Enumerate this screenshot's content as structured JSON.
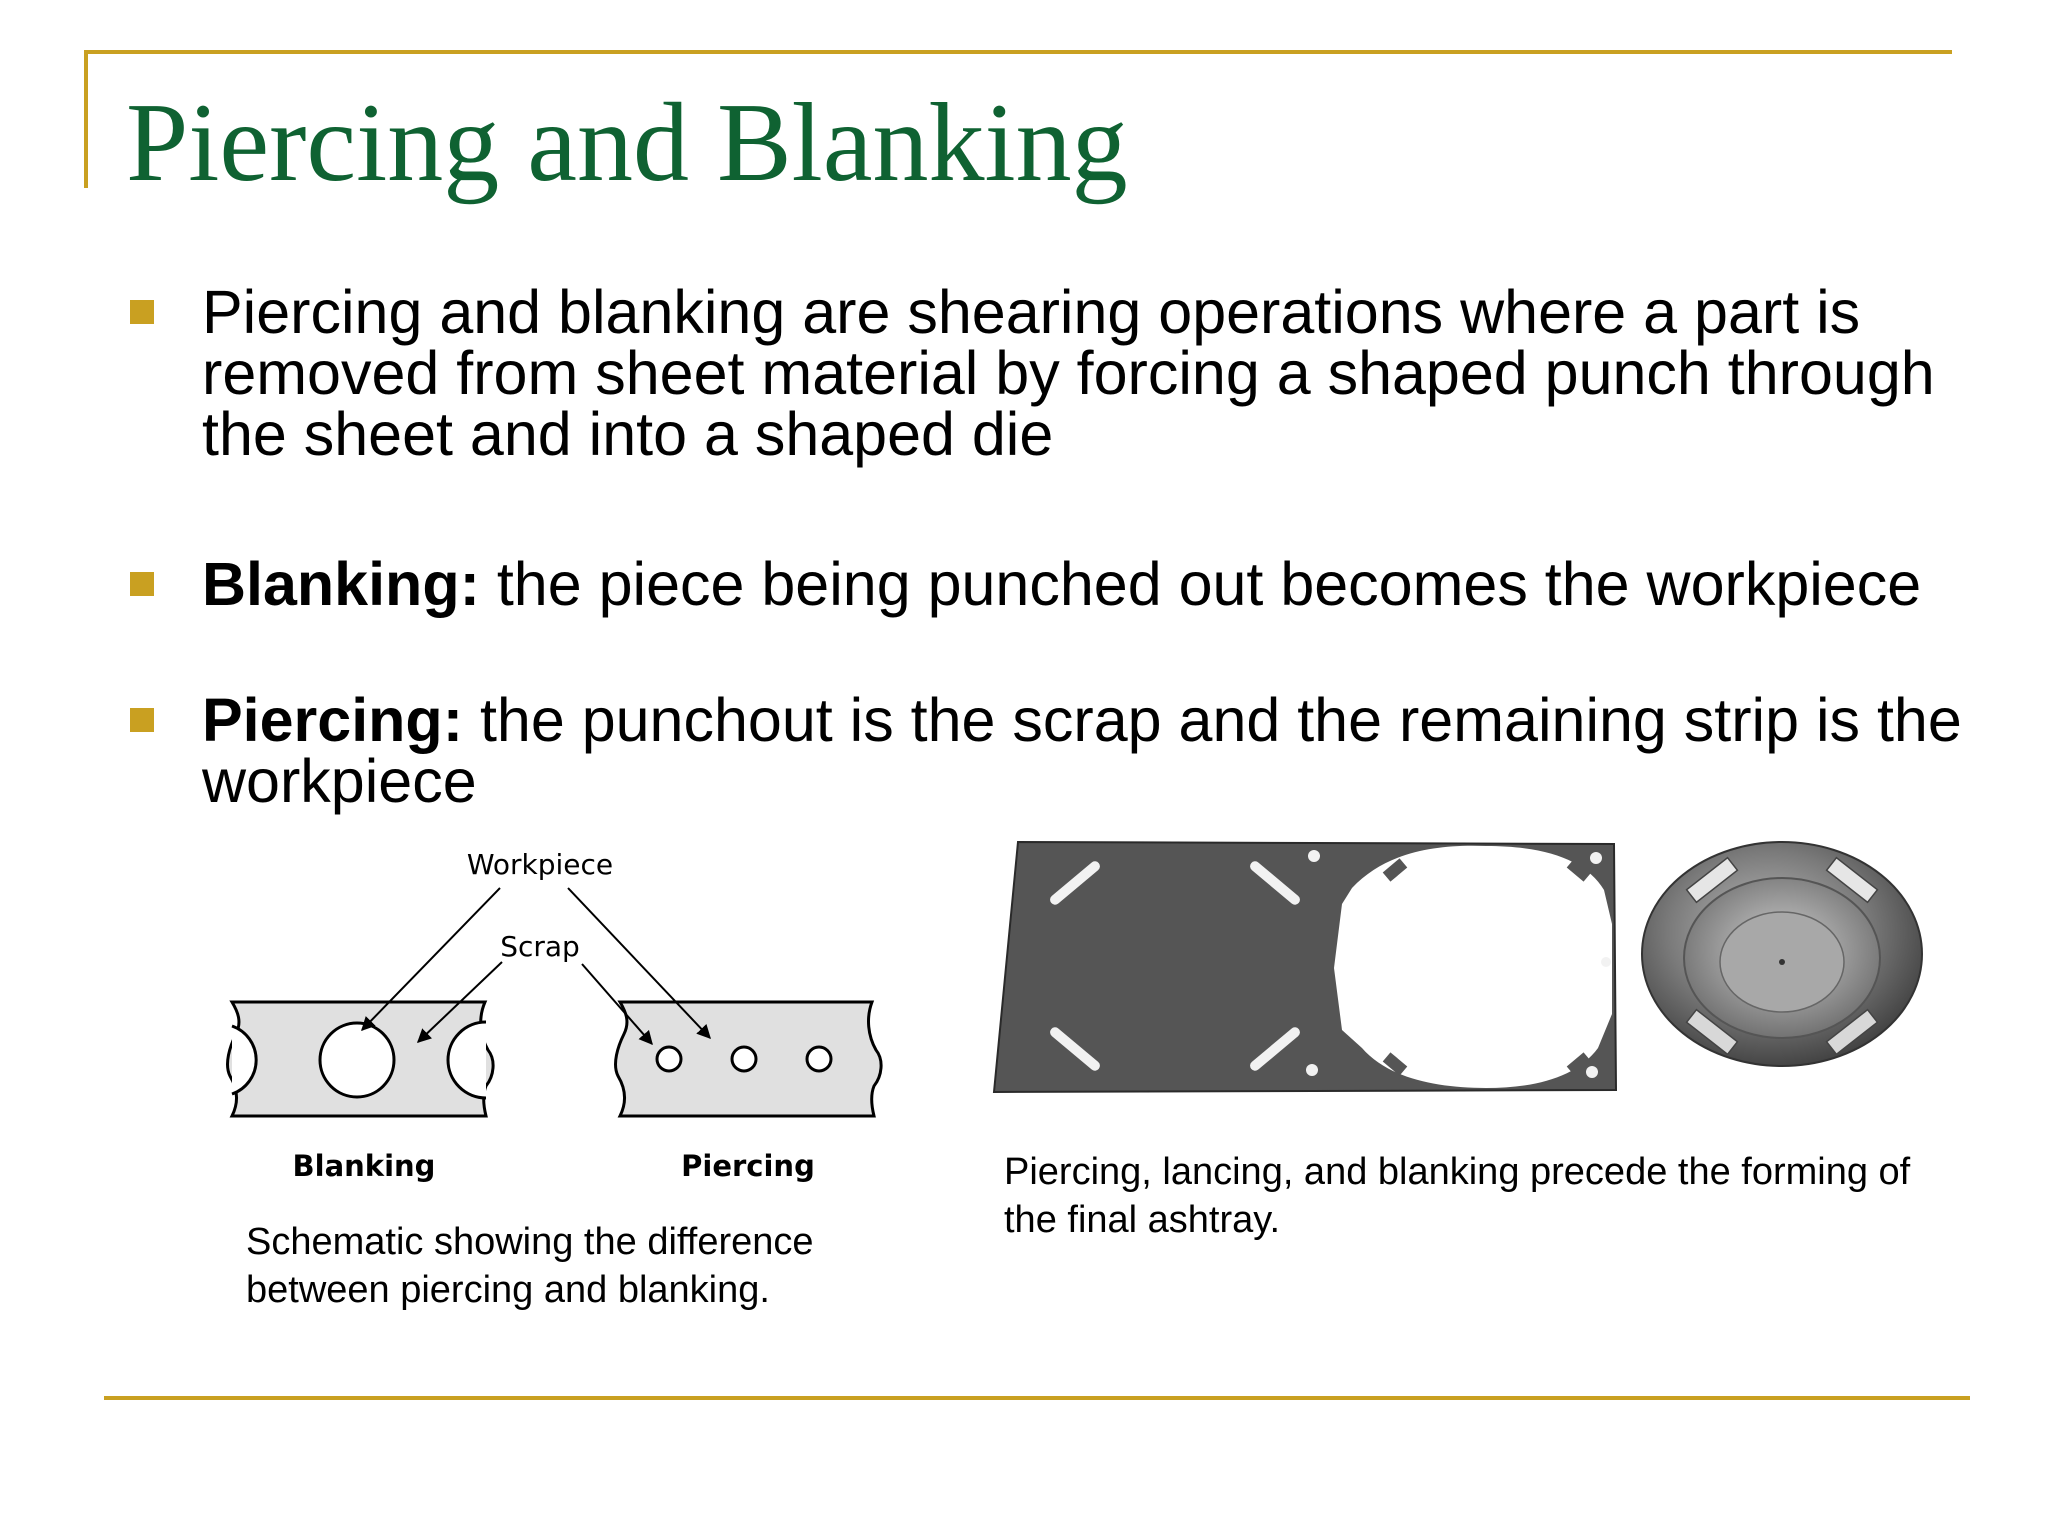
{
  "slide": {
    "title": "Piercing and Blanking",
    "bullets": [
      {
        "term": "",
        "text": "Piercing and blanking are shearing operations where a part is removed from sheet material by forcing a shaped punch through the sheet and into a shaped die"
      },
      {
        "term": "Blanking:",
        "text": " the piece being punched out becomes the workpiece"
      },
      {
        "term": "Piercing:",
        "text": " the punchout is the scrap and the remaining strip is the workpiece"
      }
    ],
    "schematic": {
      "workpiece_label": "Workpiece",
      "scrap_label": "Scrap",
      "blanking_label": "Blanking",
      "piercing_label": "Piercing",
      "caption": "Schematic showing the difference between piercing and blanking."
    },
    "photo": {
      "caption": "Piercing, lancing, and blanking precede the forming of the final ashtray."
    },
    "colors": {
      "accent": "#c9a021",
      "title": "#0f6232"
    }
  }
}
